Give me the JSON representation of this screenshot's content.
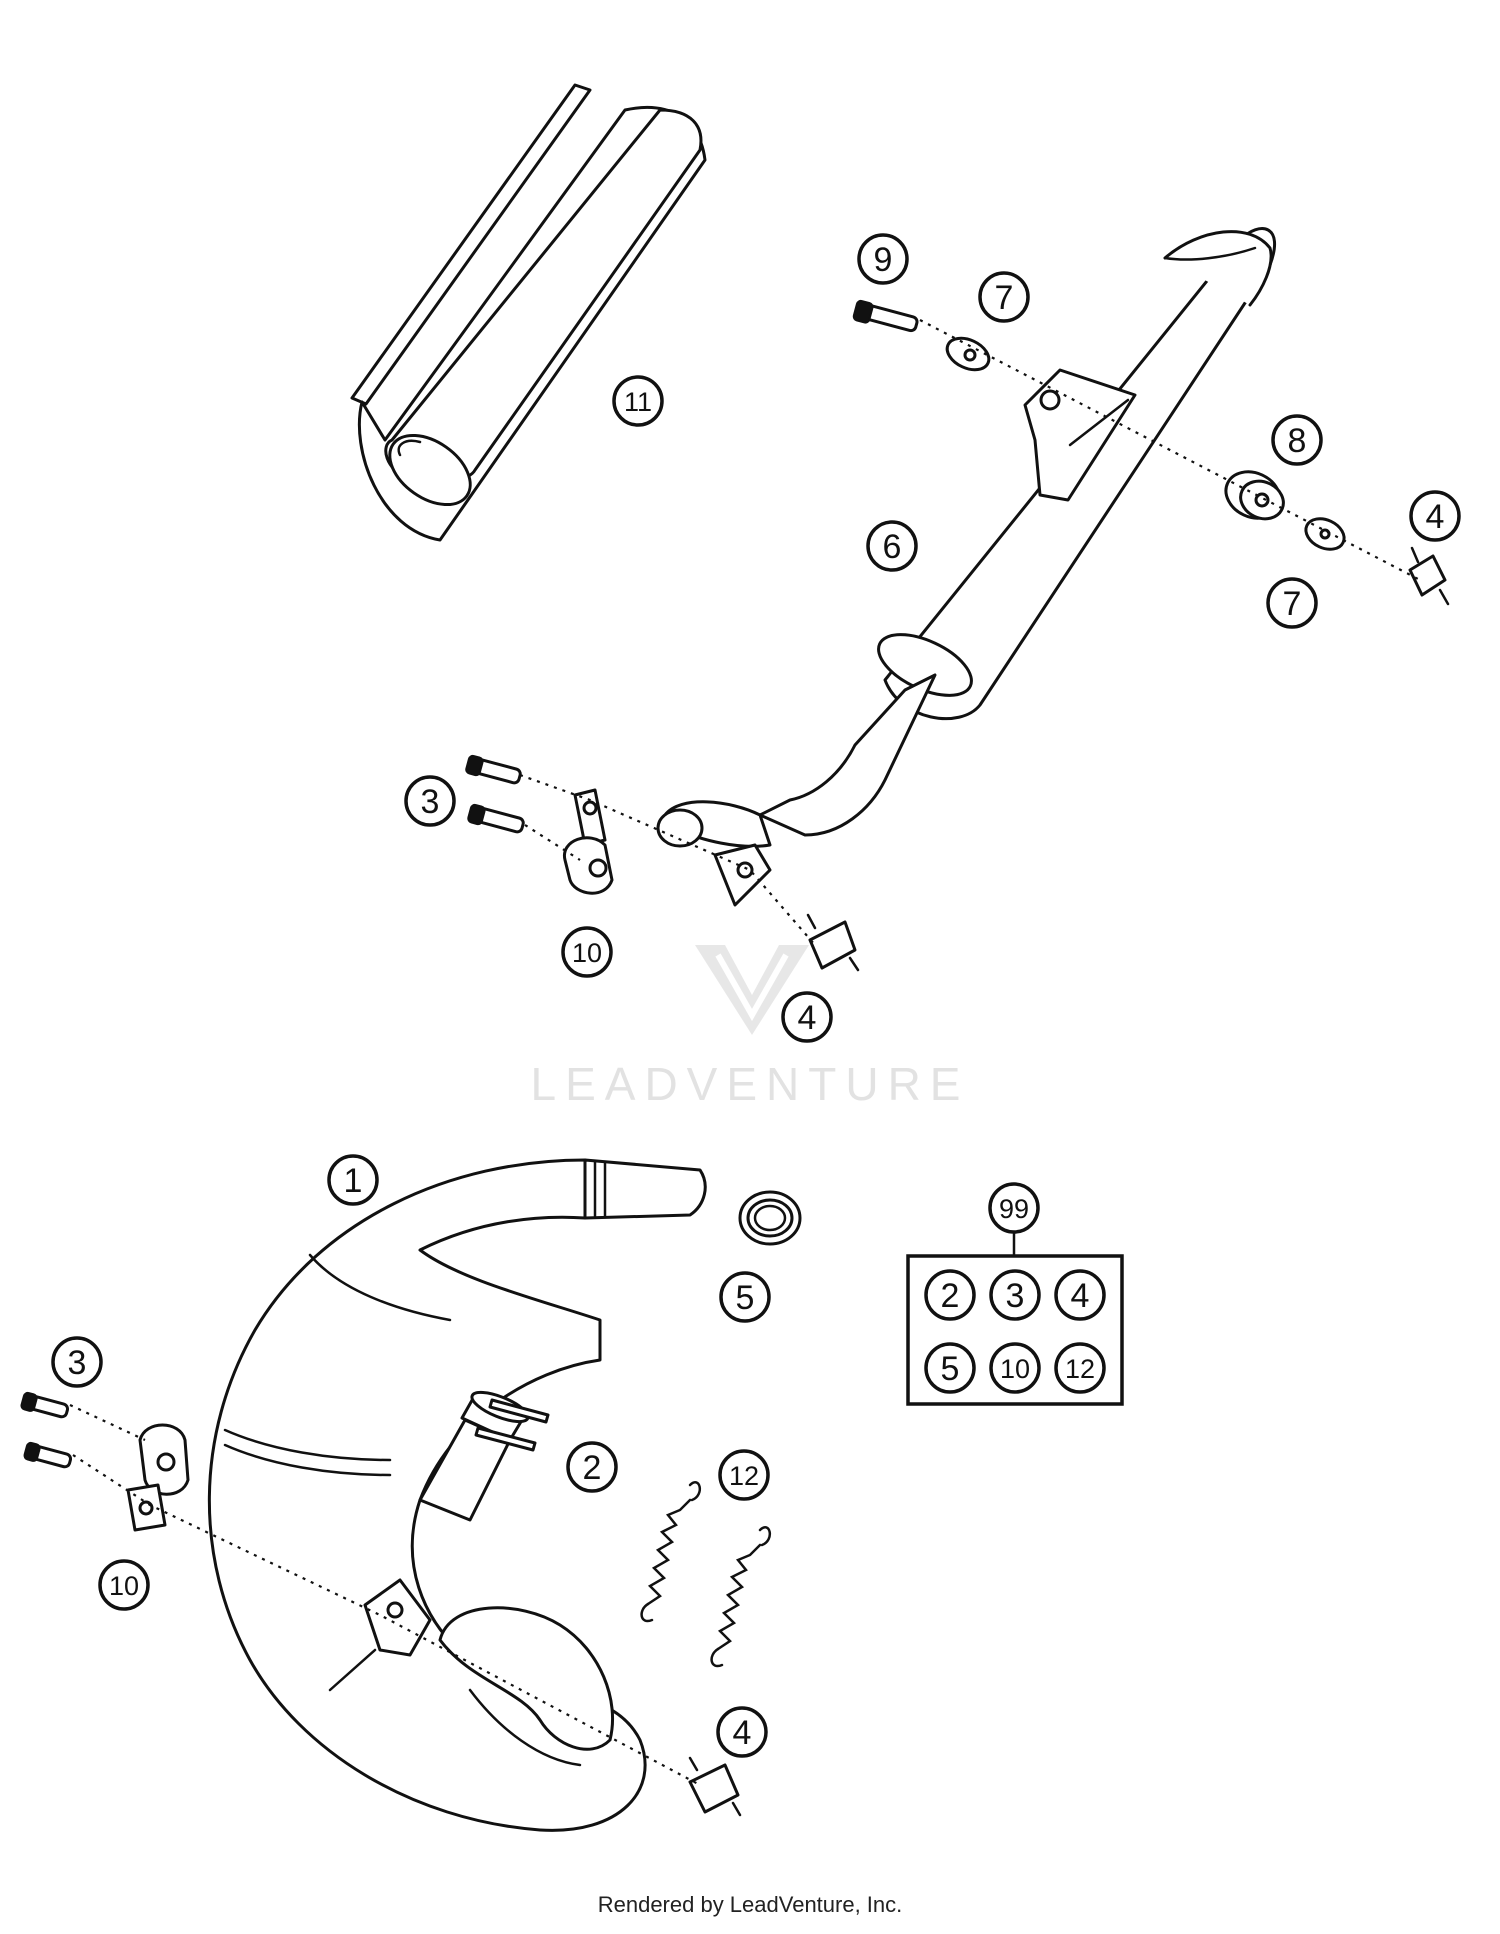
{
  "watermark": {
    "brand": "LEADVENTURE"
  },
  "footer": {
    "credit": "Rendered by LeadVenture, Inc."
  },
  "callouts": {
    "c11": "11",
    "c9": "9",
    "c7a": "7",
    "c8": "8",
    "c4a": "4",
    "c7b": "7",
    "c6": "6",
    "c3a": "3",
    "c10a": "10",
    "c4b": "4",
    "c1": "1",
    "c5": "5",
    "c3b": "3",
    "c2": "2",
    "c12": "12",
    "c10b": "10",
    "c4c": "4"
  },
  "kit": {
    "label": "99",
    "contents": [
      "2",
      "3",
      "4",
      "5",
      "10",
      "12"
    ]
  }
}
